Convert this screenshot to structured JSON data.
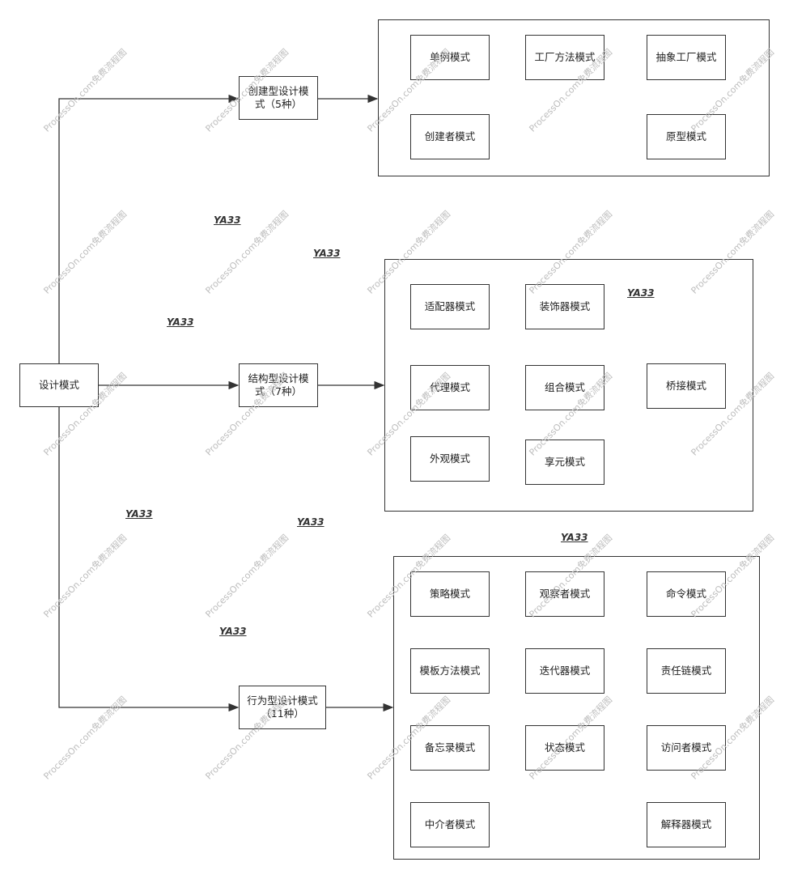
{
  "root": {
    "label": "设计模式"
  },
  "categories": {
    "creational": {
      "label": "创建型设计模式（5种）"
    },
    "structural": {
      "label": "结构型设计模式（7种）"
    },
    "behavioral": {
      "label": "行为型设计模式（11种）"
    }
  },
  "creational_patterns": [
    "单例模式",
    "工厂方法模式",
    "抽象工厂模式",
    "创建者模式",
    "原型模式"
  ],
  "structural_patterns": [
    "适配器模式",
    "装饰器模式",
    "代理模式",
    "组合模式",
    "桥接模式",
    "外观模式",
    "享元模式"
  ],
  "behavioral_patterns": [
    "策略模式",
    "观察者模式",
    "命令模式",
    "模板方法模式",
    "迭代器模式",
    "责任链模式",
    "备忘录模式",
    "状态模式",
    "访问者模式",
    "中介者模式",
    "解释器模式"
  ],
  "tag_text": "YA33",
  "watermark_text": "ProcessOn.com免费流程图"
}
